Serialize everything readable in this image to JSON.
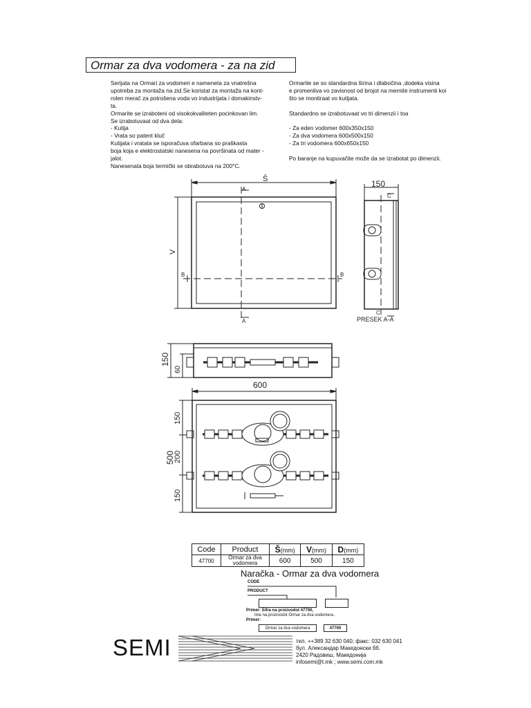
{
  "title": "Ormar za  dva vodomera - za na zid",
  "left_text": [
    "   Serijata na Ormari za vodomeri e nameneta za vnatrešna",
    "upotreba za montaža na zid.Se koristat za montaža na kont-",
    "rolen merač za potrošena  voda vo industrijata i domakinstv-",
    "ta.",
    "   Ormarite se izraboteni od visokokvaliteten pocinkovan lim.",
    "   Se izrabotuvaat od dva dela:",
    "    - Kutija",
    "    - Vrata so patent kluč",
    "   Kutijata i vratata se isporačuva ofarbana so praškasta",
    "boja koja e elektrostatski nanesena na površinata od mater -",
    "jalot.",
    "   Nanesenata boja termički se obrabotuva na 200°C."
  ],
  "right_text": [
    "   Ormarite se so standardna širina i dlabočina ,dodeka  visina",
    "e promenliva vo zavisnost od brojot na mernite instrumenti koi",
    "što se montiraat vo kutijata.",
    "",
    "Standardno se izrabotuvaat vo tri dimenzii i toa",
    "",
    "  - Za eden vodomer 600x350x150",
    "  - Za dva vodomera 600x500x150",
    "  - Za tri vodomera   600x650x150",
    "",
    "Po baranje na kupuvačite može da se izrabotat po dimenzii."
  ],
  "drawing": {
    "front_width_label": "Š",
    "front_height_label": "V",
    "section_A": "A",
    "section_B": "B",
    "section_C": "C",
    "side_depth": "150",
    "section_caption": "PRESEK  A-A",
    "top_depth": "150",
    "top_inner": "60",
    "plan_width": "600",
    "plan_height": "500",
    "plan_seg_top": "150",
    "plan_seg_mid": "200",
    "plan_seg_bottom": "150"
  },
  "table": {
    "headers": [
      "Code",
      "Product",
      "Š",
      "(mm)",
      "V",
      "(mm)",
      "D",
      "(mm)"
    ],
    "row": [
      "47700",
      "Ormar za dva",
      "vodomera",
      "600",
      "500",
      "150"
    ]
  },
  "order": {
    "title": "Naračka - Ormar za dva vodomera",
    "code_label": "CODE",
    "product_label": "PRODUCT",
    "primer1": "Primer: Šifra na proizvodot  47700,",
    "primer2": "Ime na proizvodot  Ormar za dva vodomera .",
    "primer3": "Primer:",
    "example_product": "Ormar za dva vodomera",
    "example_code": "47700"
  },
  "company": {
    "logo": "SEMI",
    "contact": [
      "тел. ++389 32 630 040; факс: 032 630 041",
      "бул. Александар Македонски бб.",
      "2420 Радовиш, Македонија",
      "infosemi@t.mk ; www.semi.com.mk"
    ]
  }
}
